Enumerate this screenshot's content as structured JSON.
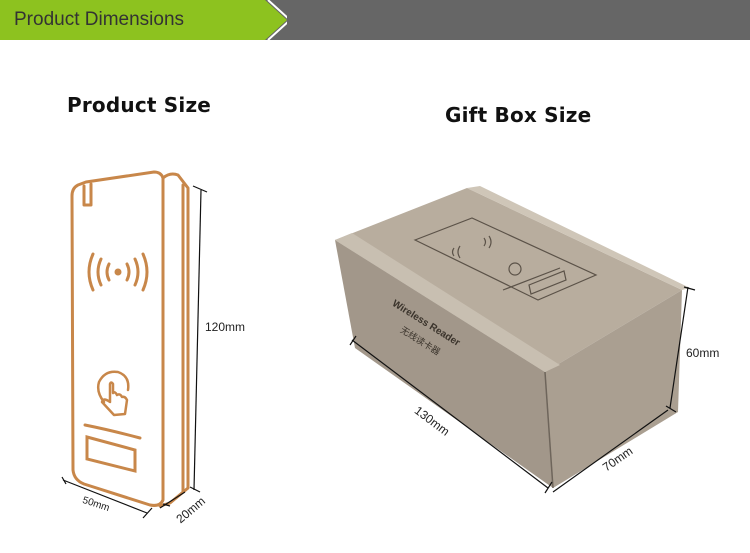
{
  "header": {
    "title": "Product Dimensions",
    "colors": {
      "accent": "#8dc21f",
      "bar": "#666666",
      "title": "#333333"
    }
  },
  "product": {
    "title": "Product Size",
    "dimensions": {
      "height": "120mm",
      "width": "50mm",
      "depth": "20mm"
    },
    "outline_color": "#c8874a",
    "icons": [
      "rfid-wave-icon",
      "finger-touch-icon",
      "card-slot-icon"
    ]
  },
  "gift_box": {
    "title": "Gift Box Size",
    "dimensions": {
      "length": "130mm",
      "width": "70mm",
      "height": "60mm"
    },
    "print_text_en": "Wireless Reader",
    "print_text_cn": "无线读卡器",
    "box_color": "#a89d8e"
  }
}
